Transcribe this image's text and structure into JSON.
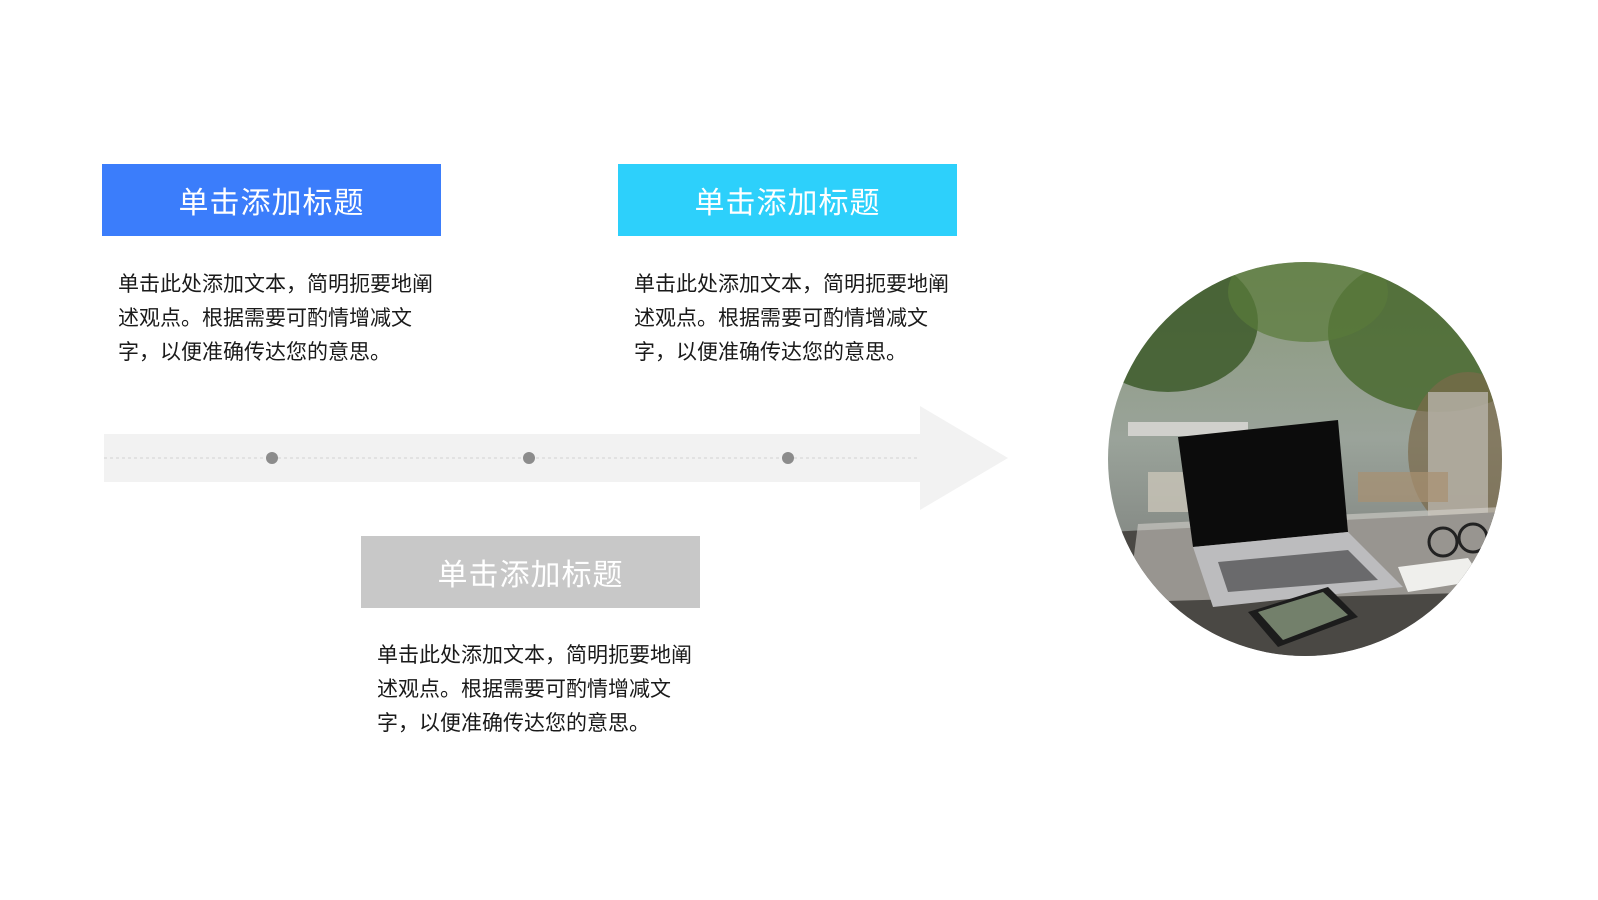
{
  "colors": {
    "title_blue": "#3b7dfb",
    "title_cyan": "#2dd0fb",
    "title_gray": "#c8c8c8",
    "arrow": "#f2f2f2",
    "dots": "#8c8c8c"
  },
  "items": [
    {
      "title": "单击添加标题",
      "text": "单击此处添加文本，简明扼要地阐\n述观点。根据需要可酌情增减文\n字，以便准确传达您的意思。"
    },
    {
      "title": "单击添加标题",
      "text": "单击此处添加文本，简明扼要地阐\n述观点。根据需要可酌情增减文\n字，以便准确传达您的意思。"
    },
    {
      "title": "单击添加标题",
      "text": "单击此处添加文本，简明扼要地阐\n述观点。根据需要可酌情增减文\n字，以便准确传达您的意思。"
    }
  ],
  "image": {
    "subject": "laptop on outdoor cafe table"
  }
}
